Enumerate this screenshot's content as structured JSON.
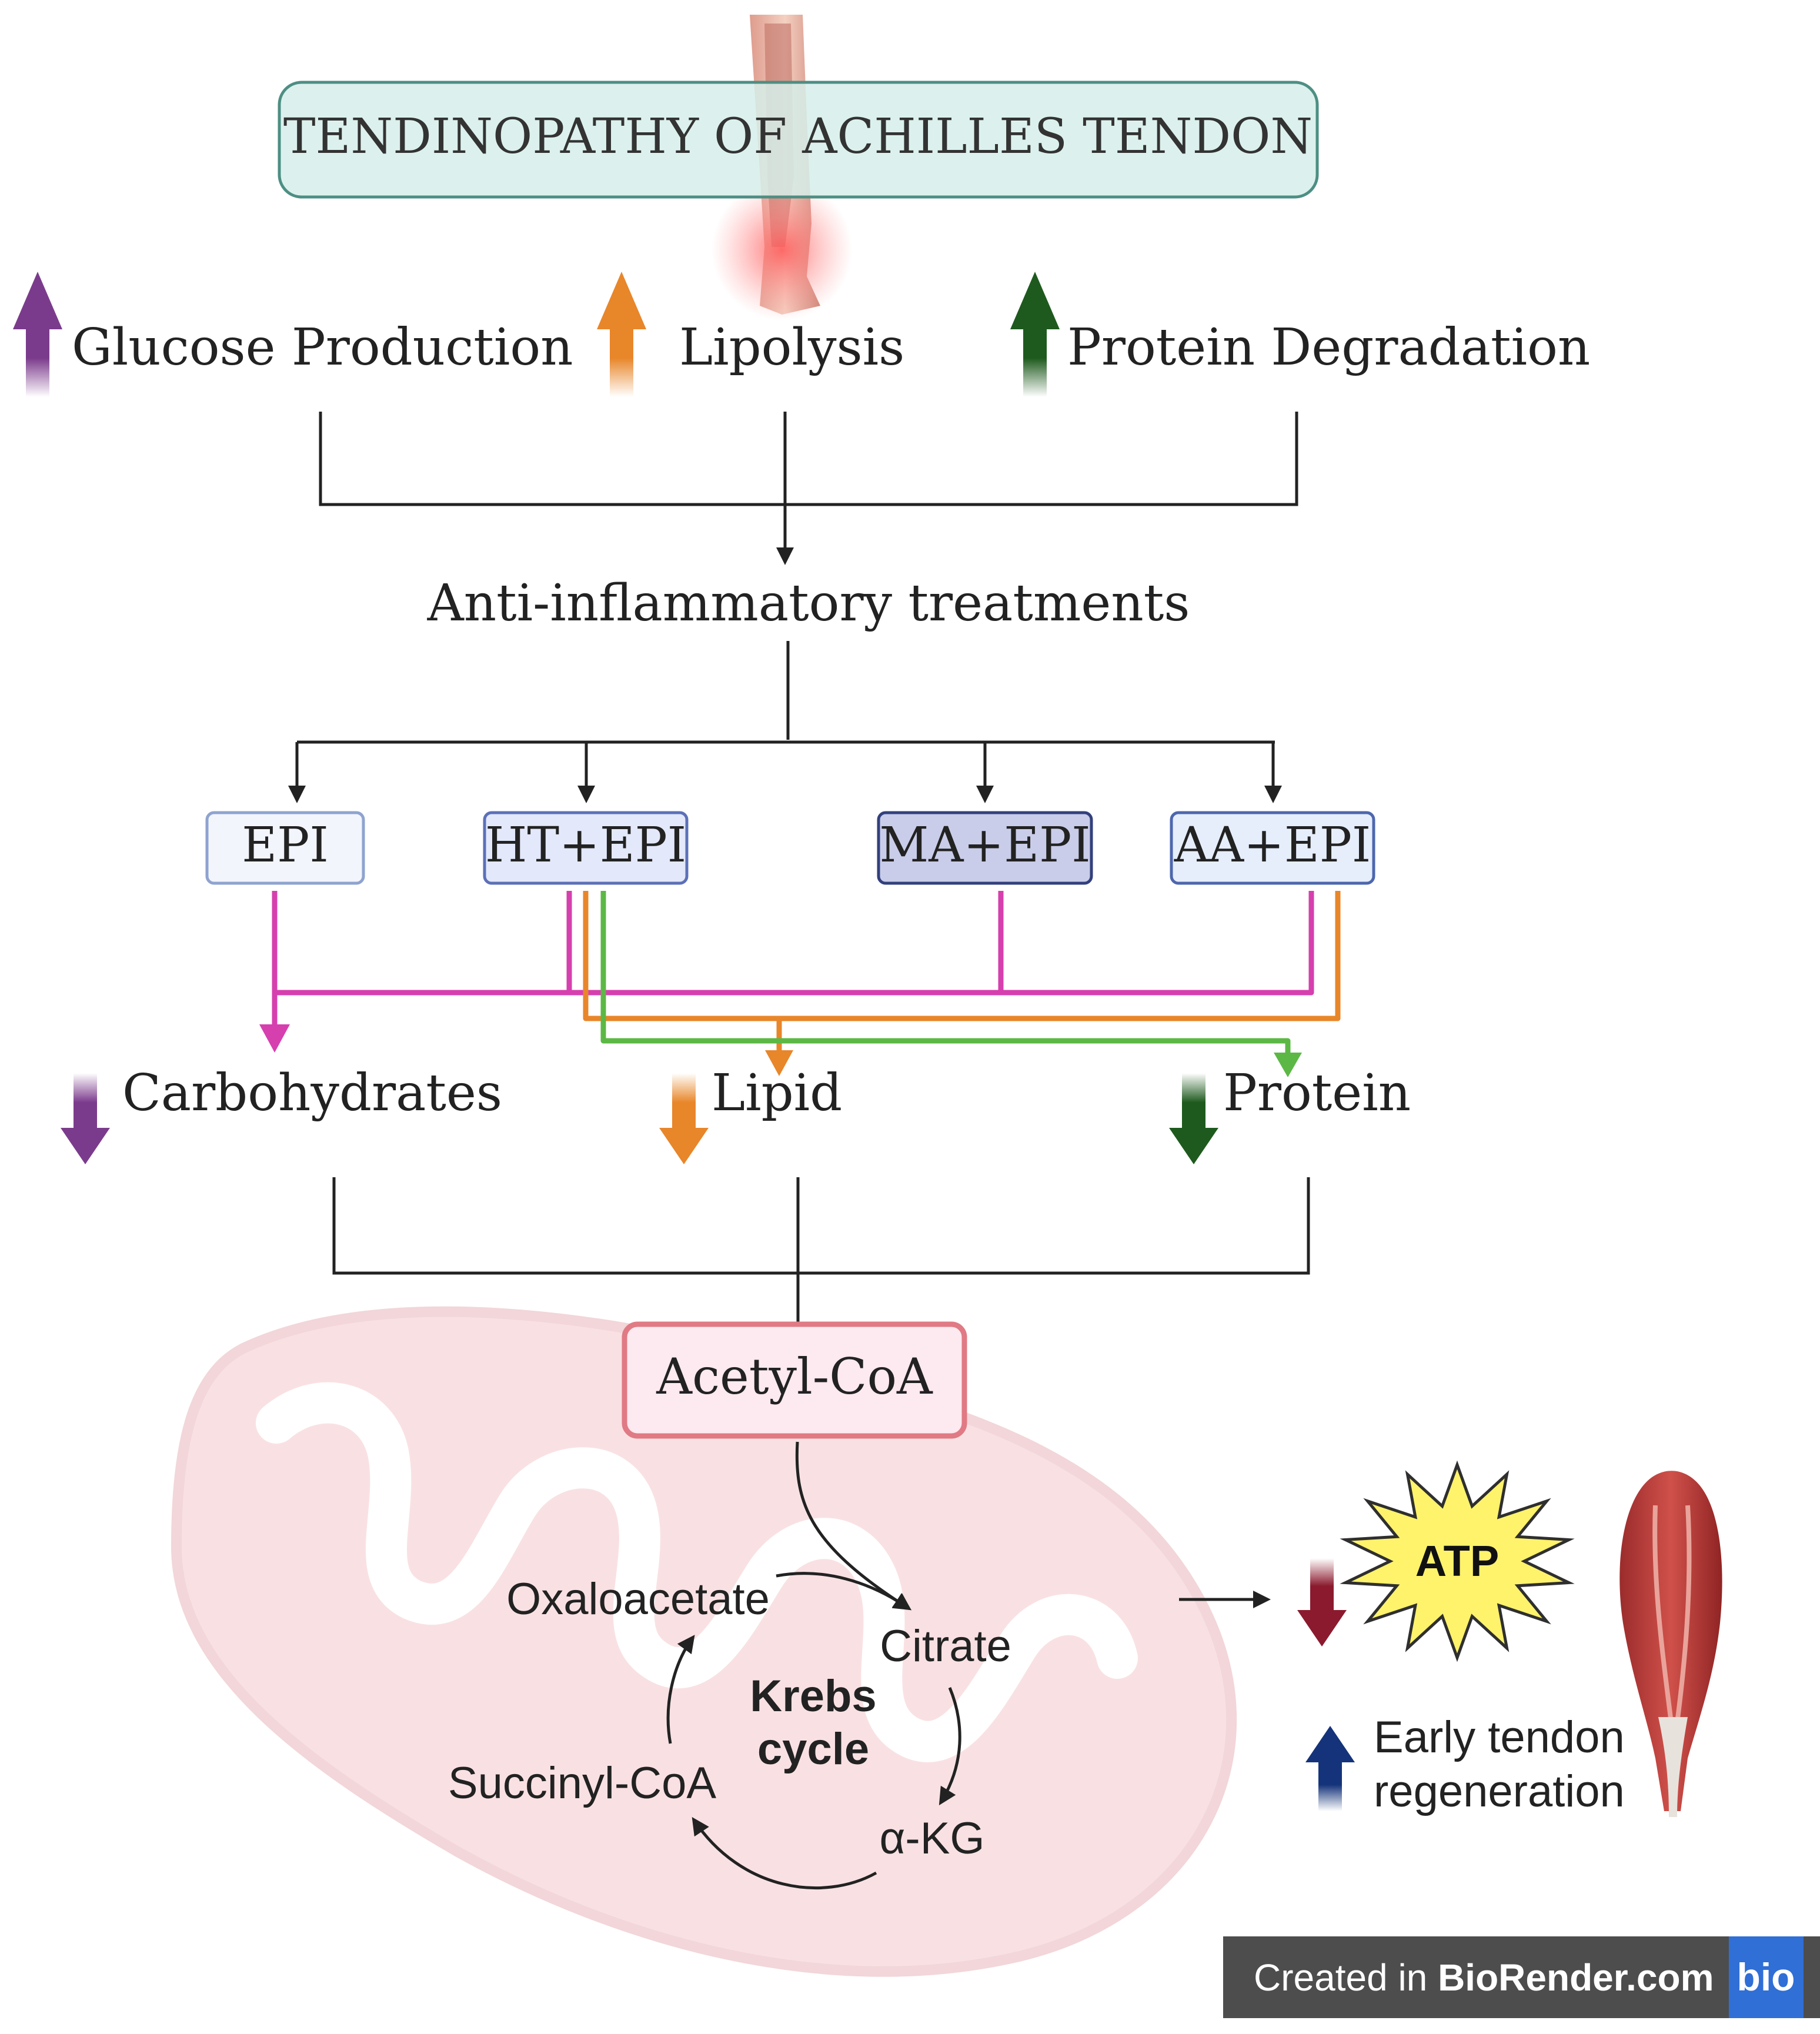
{
  "title": "TENDINOPATHY OF ACHILLES TENDON",
  "effects": [
    {
      "label": "Glucose Production",
      "direction": "up",
      "color": "#7b3b8c"
    },
    {
      "label": "Lipolysis",
      "direction": "up",
      "color": "#e8862a"
    },
    {
      "label": "Protein Degradation",
      "direction": "up",
      "color": "#1e5a1e"
    }
  ],
  "treatment_header": "Anti-inflammatory treatments",
  "treatments": [
    {
      "label": "EPI"
    },
    {
      "label": "HT+EPI"
    },
    {
      "label": "MA+EPI"
    },
    {
      "label": "AA+EPI"
    }
  ],
  "macronutrients": [
    {
      "label": "Carbohydrates",
      "direction": "down",
      "color": "#7b3b8c"
    },
    {
      "label": "Lipid",
      "direction": "down",
      "color": "#e8862a"
    },
    {
      "label": "Protein",
      "direction": "down",
      "color": "#1e5a1e"
    }
  ],
  "links": {
    "carbohydrates_color": "#d63fae",
    "lipid_color": "#e8862a",
    "protein_color": "#5cb845"
  },
  "acetyl_coa": "Acetyl-CoA",
  "krebs": {
    "center_line1": "Krebs",
    "center_line2": "cycle",
    "steps": [
      "Oxaloacetate",
      "Citrate",
      "α-KG",
      "Succinyl-CoA"
    ]
  },
  "atp": {
    "label": "ATP",
    "direction": "down",
    "color": "#8b1a2e"
  },
  "regeneration": {
    "line1": "Early tendon",
    "line2": "regeneration",
    "direction": "up",
    "color": "#14337a"
  },
  "badge": {
    "prefix": "Created in ",
    "brand": "BioRender.com",
    "logo_text": "bio"
  }
}
